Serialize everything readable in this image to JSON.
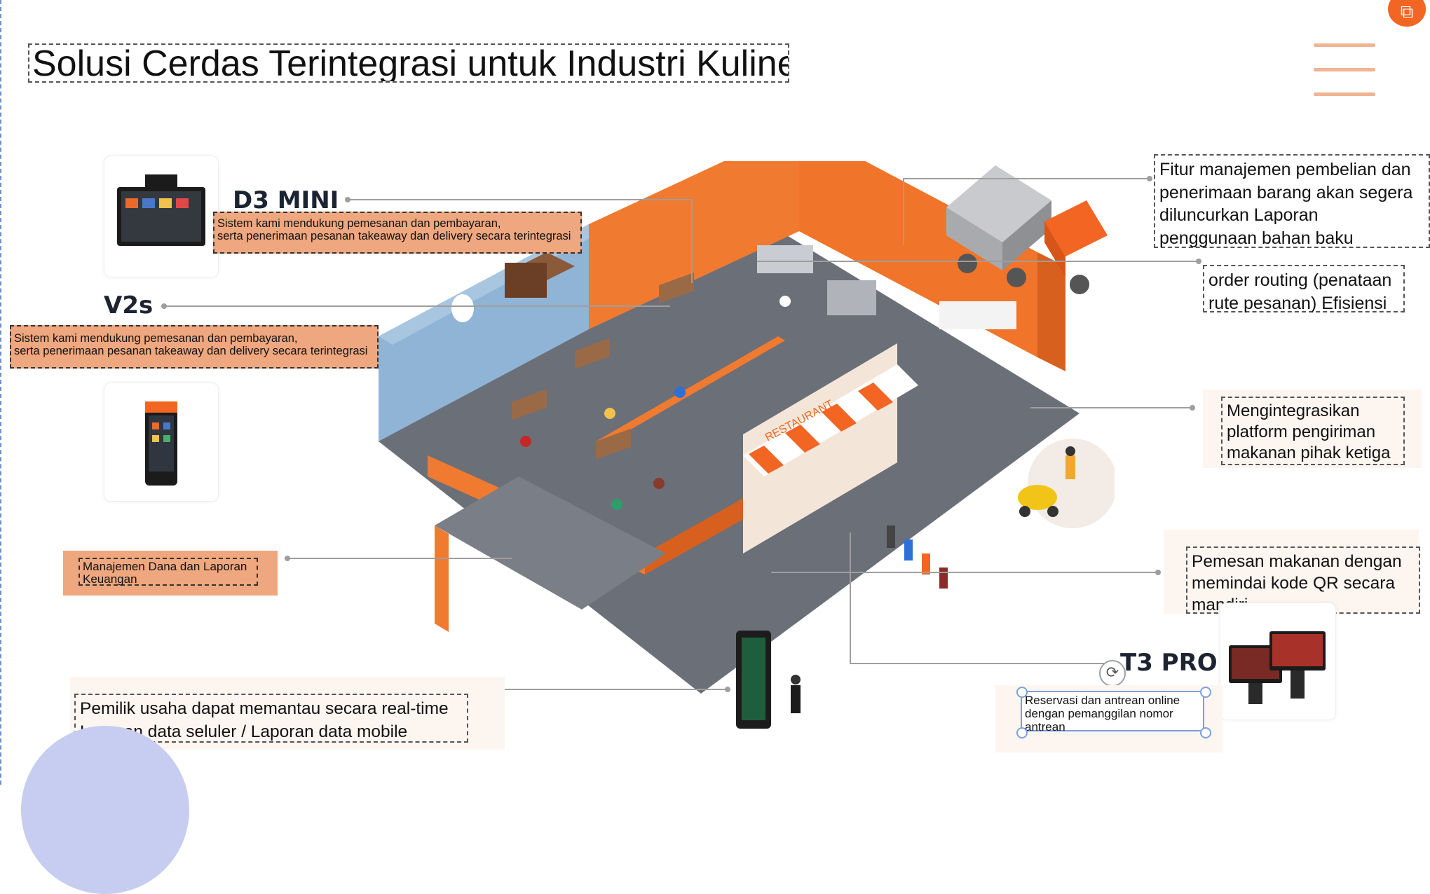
{
  "title": "Solusi Cerdas Terintegrasi untuk Industri Kuliner",
  "products": {
    "d3mini": {
      "name": "D3 MINI",
      "note_line1": "Sistem kami mendukung pemesanan dan pembayaran,",
      "note_line2": "serta penerimaan pesanan takeaway dan delivery secara terintegrasi"
    },
    "v2s": {
      "name": "V2s",
      "note_line1": "Sistem kami mendukung pemesanan dan pembayaran,",
      "note_line2": "serta penerimaan pesanan takeaway dan delivery secara terintegrasi"
    },
    "t3pro": {
      "name": "T3 PRO",
      "note_line1": "Reservasi dan antrean online",
      "note_line2": "dengan pemanggilan nomor",
      "note_line3": "antrean"
    }
  },
  "left_notes": {
    "finance_line1": "Manajemen Dana dan Laporan",
    "finance_line2": "Keuangan",
    "monitor_line1": "Pemilik usaha dapat memantau secara real-time",
    "monitor_line2": "Laporan data seluler / Laporan data mobile"
  },
  "right_notes": {
    "purchase_line1": "Fitur manajemen pembelian dan",
    "purchase_line2": "penerimaan barang akan segera",
    "purchase_line3": "diluncurkan Laporan",
    "purchase_line4": "penggunaan bahan baku",
    "routing_line1": "order routing (penataan",
    "routing_line2": "rute pesanan) Efisiensi",
    "delivery_line1": "Mengintegrasikan",
    "delivery_line2": "platform pengiriman",
    "delivery_line3": "makanan pihak ketiga",
    "qr_line1": "Pemesan makanan dengan",
    "qr_line2": "memindai kode QR secara",
    "qr_line3": "mandiri"
  },
  "scene": {
    "shop_sign": "RESTAURANT"
  },
  "icons": [
    "menu-icon",
    "chat-badge-icon",
    "rotate-handle-icon"
  ],
  "colors": {
    "accent": "#f26522",
    "wall_orange": "#f0752a",
    "wall_blue": "#8fb4d6",
    "floor": "#6b6f78",
    "note_bg": "#eea77f"
  }
}
